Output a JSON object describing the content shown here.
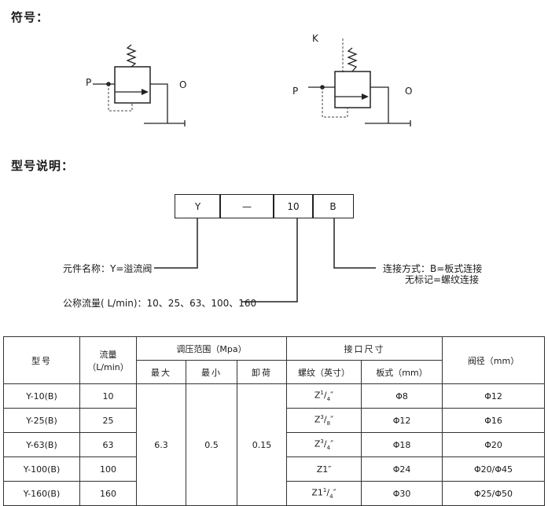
{
  "symbols_section": {
    "heading": "符号：",
    "symbol1": {
      "inlet": "P",
      "outlet": "O"
    },
    "symbol2": {
      "remote": "K",
      "inlet": "P",
      "outlet": "O"
    }
  },
  "model_section": {
    "heading": "型号说明：",
    "code_boxes": [
      "Y",
      "—",
      "10",
      "B"
    ],
    "desc_name": "元件名称：Y=溢流阀",
    "desc_flow": "公称流量( L/min)：10、25、63、100、160",
    "desc_conn_1": "连接方式：B=板式连接",
    "desc_conn_2": "无标记=螺纹连接"
  },
  "spec_table": {
    "headers": {
      "model": "型号",
      "flow_1": "流量",
      "flow_2": "（L/min）",
      "pressure": "调压范围（Mpa）",
      "pmax": "最大",
      "pmin": "最小",
      "unload": "卸荷",
      "port": "接口尺寸",
      "thread": "螺纹（英寸）",
      "plate": "板式（mm）",
      "dia": "阀径（mm）"
    },
    "rows": [
      {
        "model": "Y-10(B)",
        "flow": "10",
        "thread": {
          "w": "Z",
          "n": "1",
          "d": "4",
          "u": "″"
        },
        "plate": "Φ8",
        "dia": "Φ12"
      },
      {
        "model": "Y-25(B)",
        "flow": "25",
        "thread": {
          "w": "Z",
          "n": "3",
          "d": "8",
          "u": "″"
        },
        "plate": "Φ12",
        "dia": "Φ16"
      },
      {
        "model": "Y-63(B)",
        "flow": "63",
        "thread": {
          "w": "Z",
          "n": "3",
          "d": "4",
          "u": "″"
        },
        "plate": "Φ18",
        "dia": "Φ20"
      },
      {
        "model": "Y-100(B)",
        "flow": "100",
        "thread": {
          "w": "Z1",
          "n": "",
          "d": "",
          "u": "″"
        },
        "plate": "Φ24",
        "dia": "Φ20/Φ45"
      },
      {
        "model": "Y-160(B)",
        "flow": "160",
        "thread": {
          "w": "Z1",
          "n": "1",
          "d": "4",
          "u": "″"
        },
        "plate": "Φ30",
        "dia": "Φ25/Φ50"
      }
    ],
    "shared": {
      "pmax": "6.3",
      "pmin": "0.5",
      "unload": "0.15"
    }
  }
}
